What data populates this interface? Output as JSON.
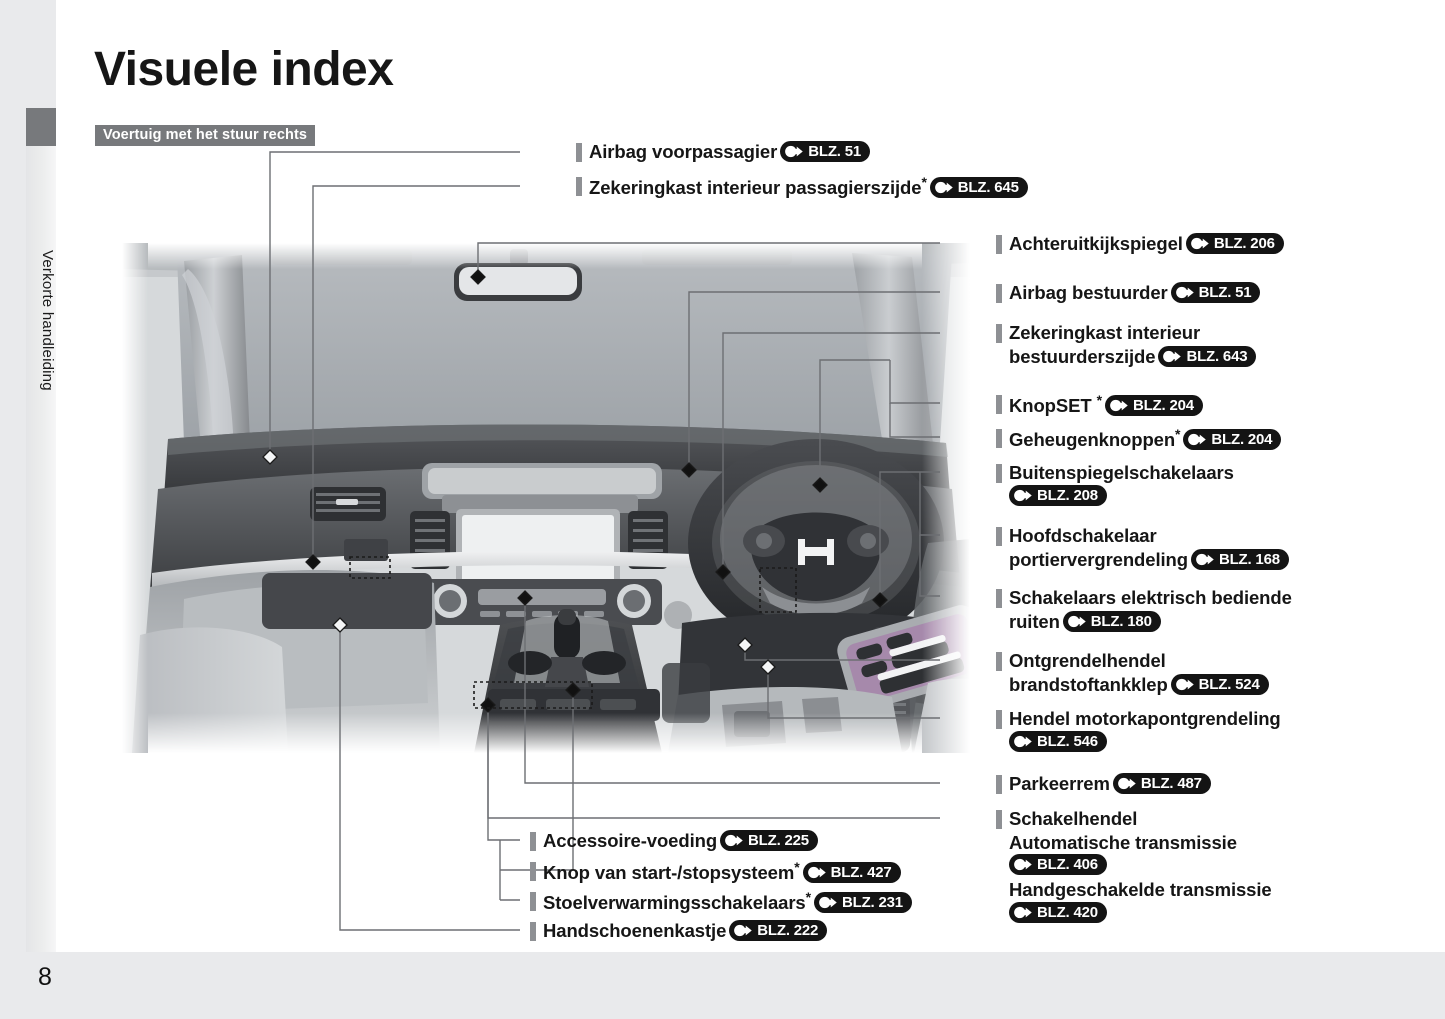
{
  "page": {
    "title": "Visuele index",
    "number": "8",
    "side_tab_label": "Verkorte handleiding",
    "variant_chip": "Voertuig met het stuur rechts",
    "reference_prefix": "BLZ.",
    "footnote_marker": "*",
    "colors": {
      "paper": "#ffffff",
      "page_background": "#e9eaec",
      "chip_gray": "#77797c",
      "badge_black": "#141414",
      "tick_gray": "#8e9094",
      "text": "#161616"
    }
  },
  "illustration": {
    "name": "car-interior-dashboard-right-hand-drive",
    "alt": "Interieur dashboard van voertuig met stuur rechts"
  },
  "callouts": {
    "airbag_passenger": {
      "label": "Airbag voorpassagier",
      "ref": "BLZ. 51"
    },
    "fusebox_passenger": {
      "label": "Zekeringkast interieur passagierszijde",
      "star": "*",
      "ref": "BLZ. 645"
    },
    "rearview_mirror": {
      "label": "Achteruitkijkspiegel",
      "ref": "BLZ. 206"
    },
    "airbag_driver": {
      "label": "Airbag bestuurder",
      "ref": "BLZ. 51"
    },
    "fusebox_driver": {
      "label_line1": "Zekeringkast interieur",
      "label_line2": "bestuurderszijde",
      "ref": "BLZ. 643"
    },
    "set_button": {
      "label": "KnopSET",
      "star": "*",
      "ref": "BLZ. 204"
    },
    "memory_buttons": {
      "label": "Geheugenknoppen",
      "star": "*",
      "ref": "BLZ. 204"
    },
    "mirror_switches": {
      "label": "Buitenspiegelschakelaars",
      "ref": "BLZ. 208"
    },
    "door_lock_main_switch": {
      "label_line1": "Hoofdschakelaar",
      "label_line2": "portiervergrendeling",
      "ref": "BLZ. 168"
    },
    "power_window_switches": {
      "label_line1": "Schakelaars elektrisch bediende",
      "label_line2": "ruiten",
      "ref": "BLZ. 180"
    },
    "fuel_lid_release": {
      "label_line1": "Ontgrendelhendel",
      "label_line2": "brandstoftankklep",
      "ref": "BLZ. 524"
    },
    "hood_release": {
      "label": "Hendel motorkapontgrendeling",
      "ref": "BLZ. 546"
    },
    "parking_brake": {
      "label": "Parkeerrem",
      "ref": "BLZ. 487"
    },
    "shift_lever": {
      "label_line1": "Schakelhendel",
      "label_line2": "Automatische transmissie",
      "ref1": "BLZ. 406",
      "label_line3": "Handgeschakelde transmissie",
      "ref2": "BLZ. 420"
    },
    "accessory_power_socket": {
      "label": "Accessoire-voeding",
      "ref": "BLZ. 225"
    },
    "start_stop_button": {
      "label": "Knop van start-/stopsysteem",
      "star": "*",
      "ref": "BLZ. 427"
    },
    "seat_heater_switches": {
      "label": "Stoelverwarmingsschakelaars",
      "star": "*",
      "ref": "BLZ. 231"
    },
    "glove_box": {
      "label": "Handschoenenkastje",
      "ref": "BLZ. 222"
    }
  }
}
